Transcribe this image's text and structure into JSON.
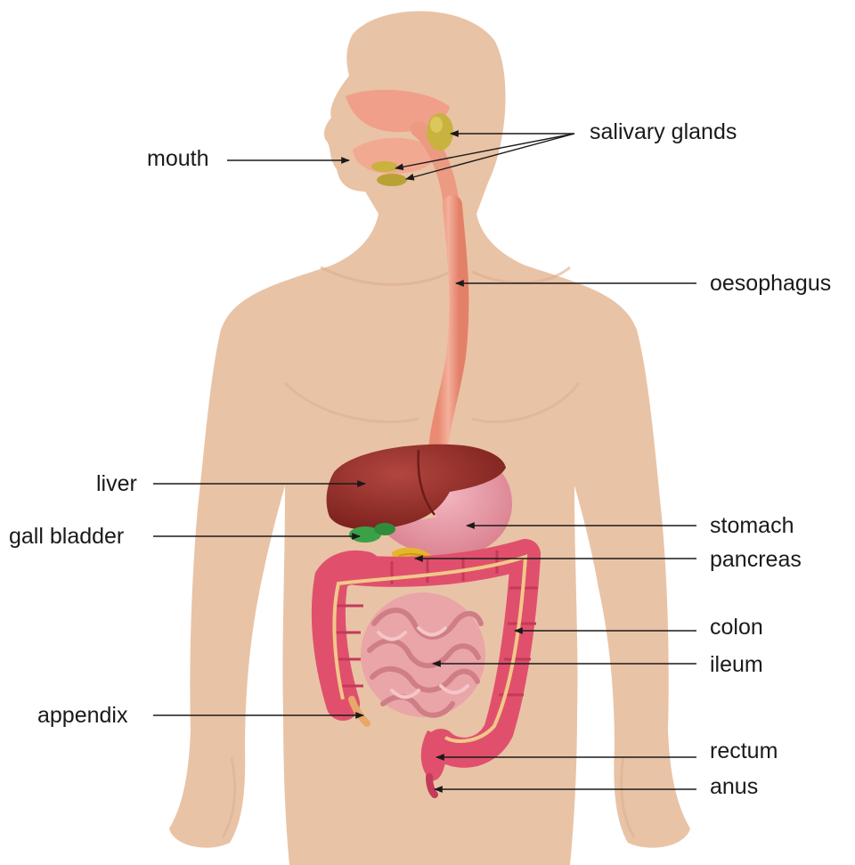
{
  "colors": {
    "skin": "#e9c3a6",
    "skin_shadow": "#dcae8e",
    "airway": "#f0a08a",
    "oesophagus": "#ec9a82",
    "liver": "#8e2a25",
    "liver_light": "#a8403a",
    "stomach": "#e89aa8",
    "gall_bladder": "#3aa147",
    "pancreas": "#e6b52a",
    "colon": "#e0506c",
    "colon_dark": "#c43a58",
    "ileum": "#eaa5a8",
    "gland": "#c9b23e",
    "label_text": "#1a1a1a"
  },
  "labels": {
    "mouth": "mouth",
    "salivary_glands": "salivary glands",
    "oesophagus": "oesophagus",
    "liver": "liver",
    "gall_bladder": "gall bladder",
    "stomach": "stomach",
    "pancreas": "pancreas",
    "colon": "colon",
    "ileum": "ileum",
    "appendix": "appendix",
    "rectum": "rectum",
    "anus": "anus"
  }
}
